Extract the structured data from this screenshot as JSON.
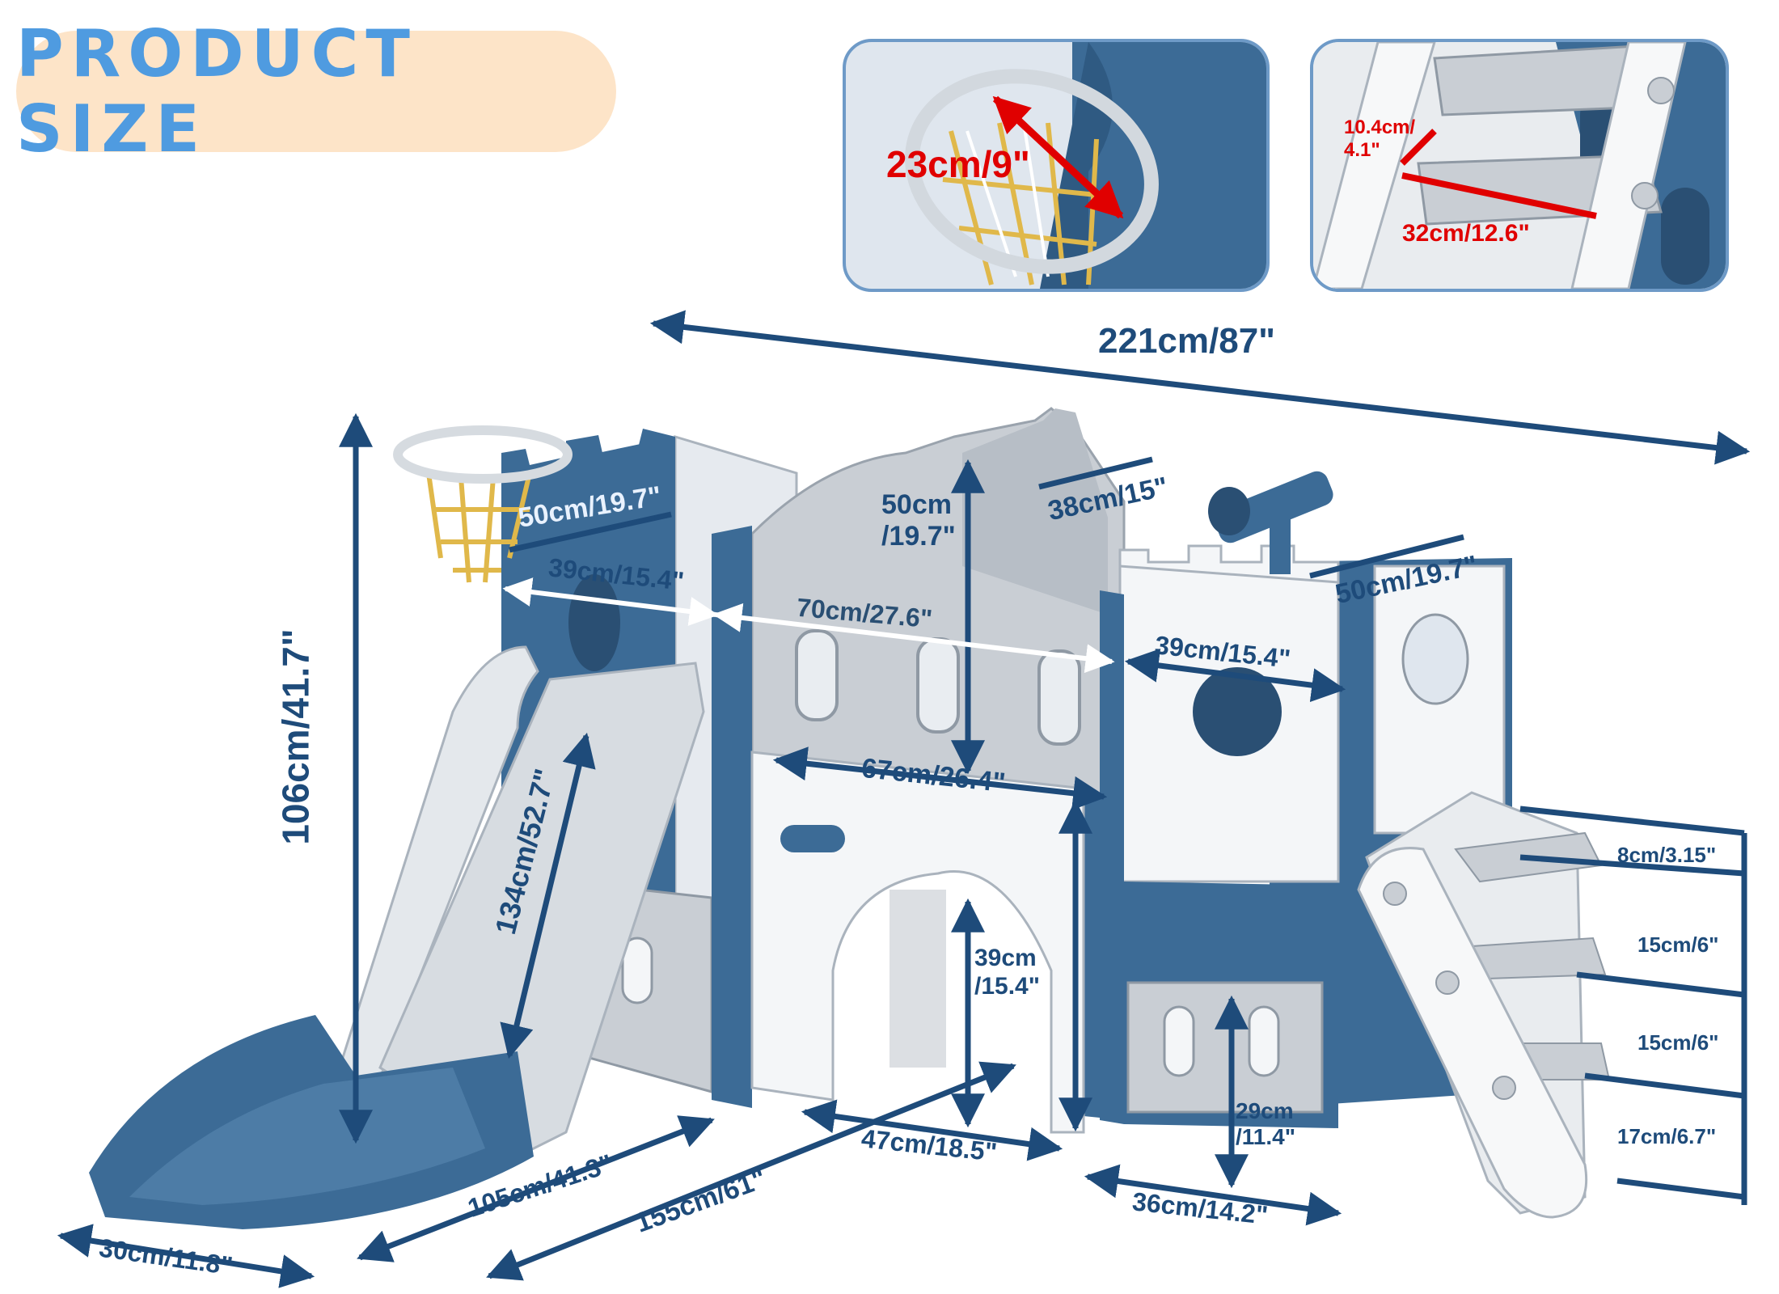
{
  "colors": {
    "badge_bg": "#fde4c8",
    "badge_text": "#4f9be0",
    "dimension_text": "#1e4b7a",
    "dimension_light": "#e9f2ff",
    "dimension_red": "#e00000",
    "body_blue": "#3c6b96",
    "body_white": "#f4f6f8",
    "body_grey": "#c9ced4",
    "net_yellow": "#e0b84a"
  },
  "badge": {
    "label": "PRODUCT SIZE"
  },
  "insets": {
    "hoop": {
      "label": "23cm/9\""
    },
    "ladder": {
      "step_height": "10.4cm/\n4.1\"",
      "step_width": "32cm/12.6\""
    }
  },
  "dimensions": {
    "overall_length": "221cm/87\"",
    "overall_height": "106cm/41.7\"",
    "left_tower_depth": "50cm/19.7\"",
    "left_tower_width": "39cm/15.4\"",
    "center_height": "50cm\n/19.7\"",
    "roof_width": "38cm/15\"",
    "center_span": "70cm/27.6\"",
    "right_tower_depth": "50cm/19.7\"",
    "right_tower_width": "39cm/15.4\"",
    "center_panel_width": "67cm/26.4\"",
    "slide_length": "134cm/52.7\"",
    "arch_height": "39cm\n/15.4\"",
    "door_height": "29cm\n/11.4\"",
    "step_1": "8cm/3.15\"",
    "step_2": "15cm/6\"",
    "step_3": "15cm/6\"",
    "step_4": "17cm/6.7\"",
    "slide_width": "30cm/11.8\"",
    "slide_base": "105cm/41.3\"",
    "overall_depth": "155cm/61\"",
    "arch_width": "47cm/18.5\"",
    "right_base_width": "36cm/14.2\""
  }
}
